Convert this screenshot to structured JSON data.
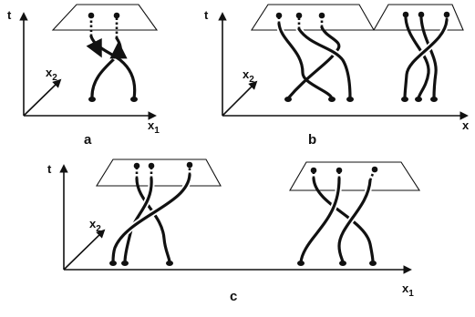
{
  "panels": [
    {
      "key": "a",
      "label": "a",
      "axes": {
        "vertical": "t",
        "depth": "x2",
        "horizontal": "x1"
      }
    },
    {
      "key": "b",
      "label": "b",
      "axes": {
        "vertical": "t",
        "depth": "x2",
        "horizontal": "x"
      }
    },
    {
      "key": "c",
      "label": "c",
      "axes": {
        "vertical": "t",
        "depth": "x2",
        "horizontal": "x1"
      }
    }
  ]
}
